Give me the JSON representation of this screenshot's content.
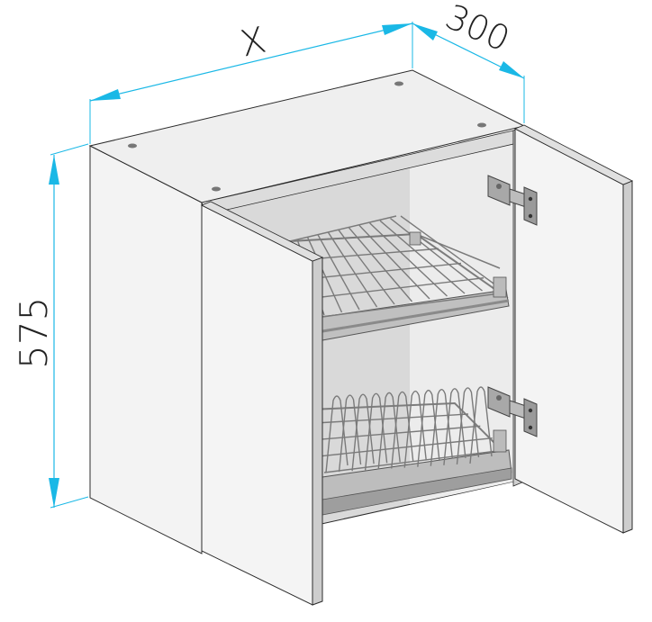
{
  "dimensions": {
    "width_label": "X",
    "depth_label": "300",
    "height_label": "575"
  },
  "colors": {
    "dimension_line": "#1ab8e6",
    "outline": "#2b2b2b",
    "panel_front": "#f2f2f2",
    "panel_side": "#e4e4e4",
    "panel_top": "#eeeeee",
    "interior_back": "#d7d7d7",
    "rack_metal": "#8a8a8a",
    "rack_rail": "#b5b5b5",
    "hinge": "#9a9a9a"
  },
  "components": {
    "upper_rack": "dish-rack-upper",
    "lower_rack": "dish-rack-lower",
    "hinges": [
      "hinge-upper",
      "hinge-lower"
    ],
    "doors": [
      "door-left",
      "door-right"
    ]
  }
}
